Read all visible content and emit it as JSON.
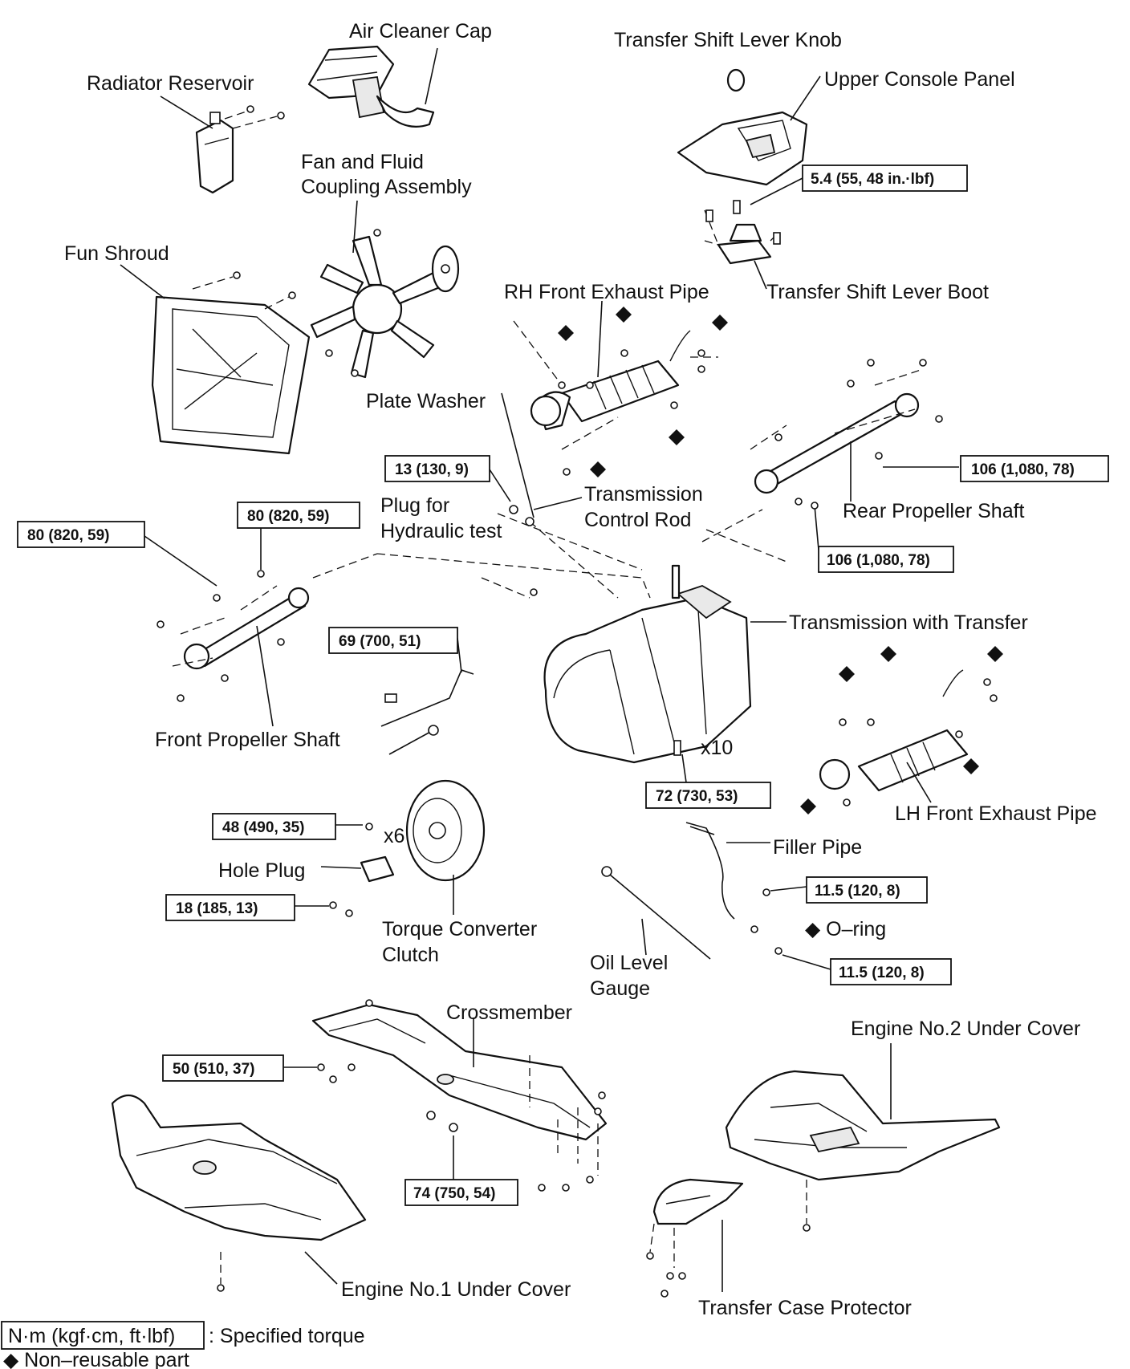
{
  "labels": {
    "air_cleaner_cap": "Air Cleaner Cap",
    "radiator_reservoir": "Radiator Reservoir",
    "fan_coupling_1": "Fan and Fluid",
    "fan_coupling_2": "Coupling Assembly",
    "fun_shroud": "Fun Shroud",
    "transfer_knob": "Transfer Shift Lever Knob",
    "upper_console": "Upper Console Panel",
    "transfer_boot": "Transfer Shift Lever Boot",
    "rh_exhaust": "RH Front Exhaust Pipe",
    "plate_washer": "Plate Washer",
    "trans_rod_1": "Transmission",
    "trans_rod_2": "Control Rod",
    "plug_1": "Plug for",
    "plug_2": "Hydraulic test",
    "rear_shaft": "Rear Propeller Shaft",
    "trans_transfer": "Transmission with Transfer",
    "front_shaft": "Front Propeller Shaft",
    "lh_exhaust": "LH Front Exhaust Pipe",
    "filler_pipe": "Filler Pipe",
    "o_ring": "◆ O–ring",
    "hole_plug": "Hole Plug",
    "torque_conv_1": "Torque Converter",
    "torque_conv_2": "Clutch",
    "oil_gauge_1": "Oil Level",
    "oil_gauge_2": "Gauge",
    "crossmember": "Crossmember",
    "engine_no2": "Engine No.2 Under Cover",
    "engine_no1": "Engine No.1 Under Cover",
    "transfer_protector": "Transfer Case Protector",
    "x10": "x10",
    "x6": "x6"
  },
  "torques": {
    "t_console": "5.4 (55, 48 in.·lbf)",
    "t_plate": "13 (130, 9)",
    "t_rear_upper": "106 (1,080, 78)",
    "t_rear_lower": "106 (1,080, 78)",
    "t_front_left": "80 (820, 59)",
    "t_front_mid": "80 (820, 59)",
    "t_69": "69 (700, 51)",
    "t_72": "72 (730, 53)",
    "t_48": "48 (490, 35)",
    "t_18": "18 (185, 13)",
    "t_filler_1": "11.5 (120, 8)",
    "t_filler_2": "11.5 (120, 8)",
    "t_50": "50 (510, 37)",
    "t_74": "74 (750, 54)"
  },
  "legend": {
    "unit_box": "N·m (kgf·cm, ft·lbf)",
    "unit_text": ": Specified torque",
    "nonreusable": "◆ Non–reusable part"
  }
}
